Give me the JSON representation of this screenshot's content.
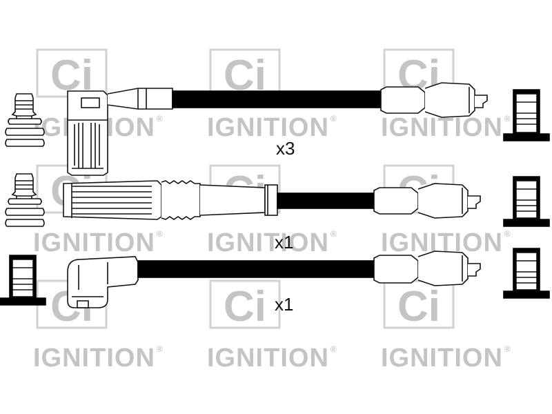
{
  "watermark": {
    "logo_text": "Ci",
    "brand_word": "IGNITION",
    "registered_mark": "®",
    "color": "#c4c4c4"
  },
  "diagram": {
    "leads": [
      {
        "quantity_label": "x3",
        "start_boot": "angled-ribbed-spark-plug-boot",
        "end_boot": "straight-coil-boot"
      },
      {
        "quantity_label": "x1",
        "start_boot": "straight-ribbed-spark-plug-boot",
        "end_boot": "straight-coil-boot"
      },
      {
        "quantity_label": "x1",
        "start_boot": "angled-distributor-boot",
        "end_boot": "straight-coil-boot"
      }
    ],
    "wire_color": "#000000"
  }
}
